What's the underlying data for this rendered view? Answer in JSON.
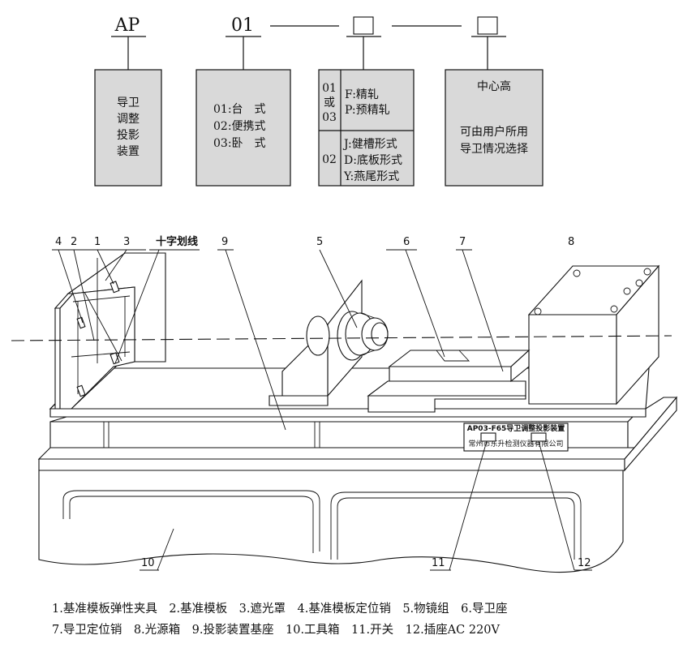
{
  "code": {
    "part1": "AP",
    "part2": "01",
    "part3": "□",
    "part4": "□"
  },
  "box1": {
    "lines": [
      "导卫",
      "调整",
      "投影",
      "装置"
    ]
  },
  "box2": {
    "lines": [
      "01:台　式",
      "02:便携式",
      "03:卧　式"
    ]
  },
  "box3": {
    "upper_left": [
      "01",
      "或",
      "03"
    ],
    "upper_right": [
      "F:精轧",
      "P:预精轧"
    ],
    "lower_left": "02",
    "lower_right": [
      "J:健槽形式",
      "D:底板形式",
      "Y:燕尾形式"
    ]
  },
  "box4": {
    "title": "中心高",
    "lines": [
      "可由用户所用",
      "导卫情况选择"
    ]
  },
  "callouts": {
    "n1": "1",
    "n2": "2",
    "n3": "3",
    "n4": "4",
    "n5": "5",
    "n6": "6",
    "n7": "7",
    "n8": "8",
    "n9": "9",
    "n10": "10",
    "n11": "11",
    "n12": "12",
    "crosshair": "十字划线"
  },
  "plate": {
    "title": "AP03-F65导卫调整投影装置",
    "maker": "常州市东升检测仪器有限公司"
  },
  "legend": {
    "line1": "1.基准模板弹性夹具　2.基准模板　3.遮光罩　4.基准模板定位销　5.物镜组　6.导卫座",
    "line2": "7.导卫定位销　8.光源箱　9.投影装置基座　10.工具箱　11.开关　12.插座AC 220V"
  }
}
